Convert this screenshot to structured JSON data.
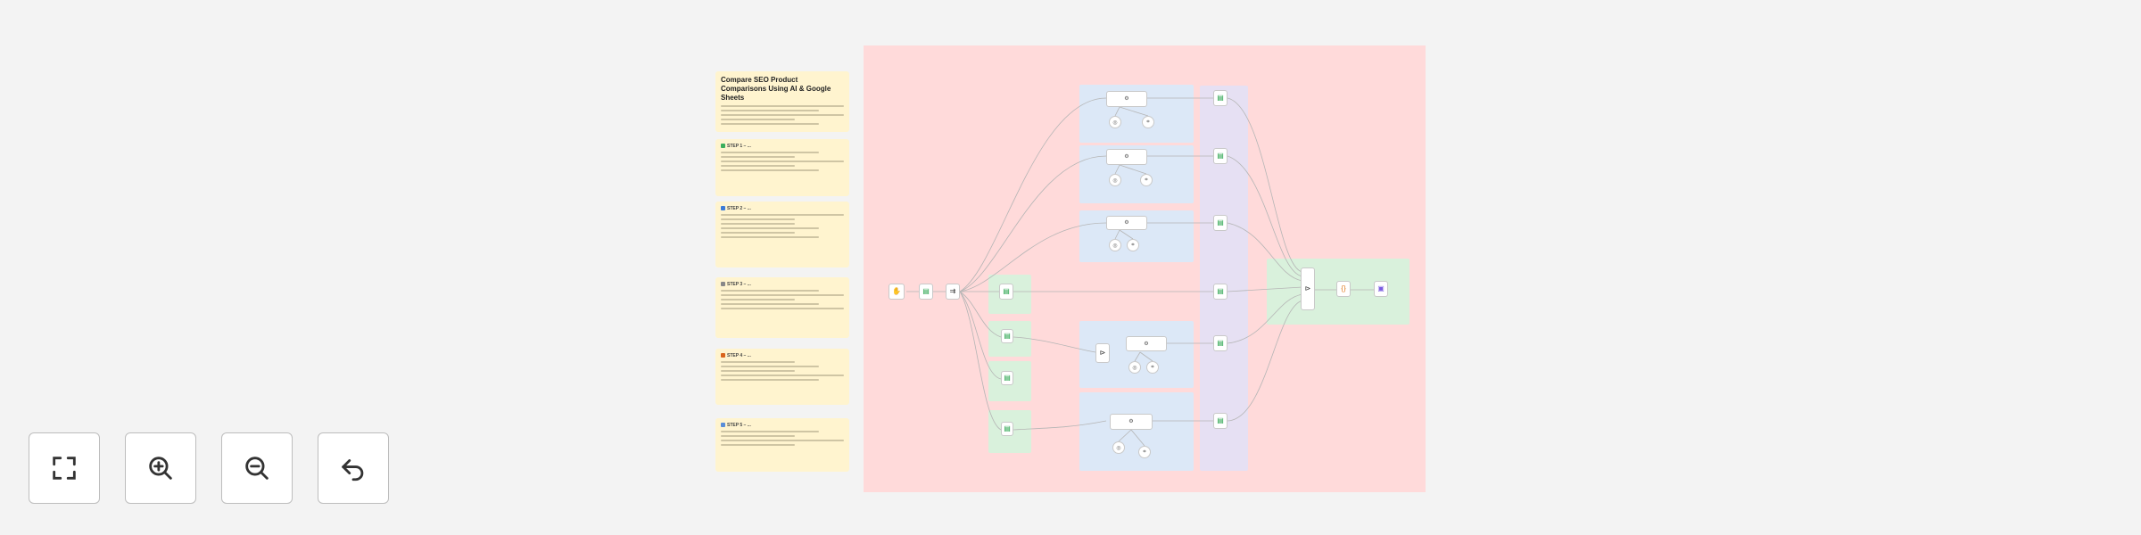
{
  "notes": [
    {
      "title": "Compare SEO Product Comparisons Using AI & Google Sheets"
    },
    {
      "title": "STEP 1 – ..."
    },
    {
      "title": "STEP 2 – ..."
    },
    {
      "title": "STEP 3 – ..."
    },
    {
      "title": "STEP 4 – ..."
    },
    {
      "title": "STEP 5 – ..."
    }
  ],
  "controls": {
    "fit_view": "fit-view-icon",
    "zoom_in": "zoom-in-icon",
    "zoom_out": "zoom-out-icon",
    "undo": "undo-icon"
  },
  "colors": {
    "background": "#f3f3f3",
    "note": "#fff4cf",
    "frame": "#ffdada",
    "blue_group": "#dce8f7",
    "green_group": "#d9f1dc",
    "purple_group": "#e6e0f3",
    "sheets_green": "#20a045"
  }
}
